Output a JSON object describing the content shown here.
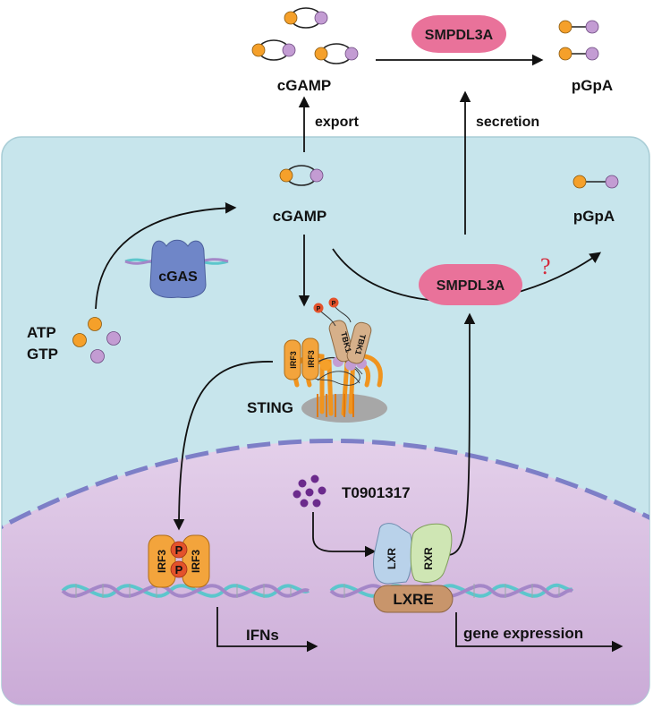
{
  "colors": {
    "cytoplasm": "#c7e5ec",
    "nucleus": "#dcc4e2",
    "smpdl3a": "#e9729a",
    "cgas": "#6f86c8",
    "irf3": "#f3a43c",
    "tbk1": "#d6b08a",
    "lxr": "#b9d2ea",
    "rxr": "#cfe6b4",
    "lxre": "#c8956b",
    "phospho": "#e3522b",
    "nucleotide_orange": "#f5a02a",
    "nucleotide_purple": "#c39cd3",
    "ligand": "#6b2a8c",
    "dna_teal": "#5cc6cc",
    "dna_purple": "#a487c8"
  },
  "labels": {
    "cgamp_outside": "cGAMP",
    "cgamp_inside": "cGAMP",
    "export": "export",
    "smpdl3a_outside": "SMPDL3A",
    "smpdl3a_inside": "SMPDL3A",
    "pgpa_outside": "pGpA",
    "pgpa_inside": "pGpA",
    "secretion": "secretion",
    "cgas": "cGAS",
    "atp": "ATP",
    "gtp": "GTP",
    "question": "?",
    "sting": "STING",
    "tbk1": "TBK1",
    "irf3": "IRF3",
    "phospho": "P",
    "t0901317": "T0901317",
    "lxr": "LXR",
    "rxr": "RXR",
    "lxre": "LXRE",
    "ifns": "IFNs",
    "gene_expression": "gene expression"
  }
}
